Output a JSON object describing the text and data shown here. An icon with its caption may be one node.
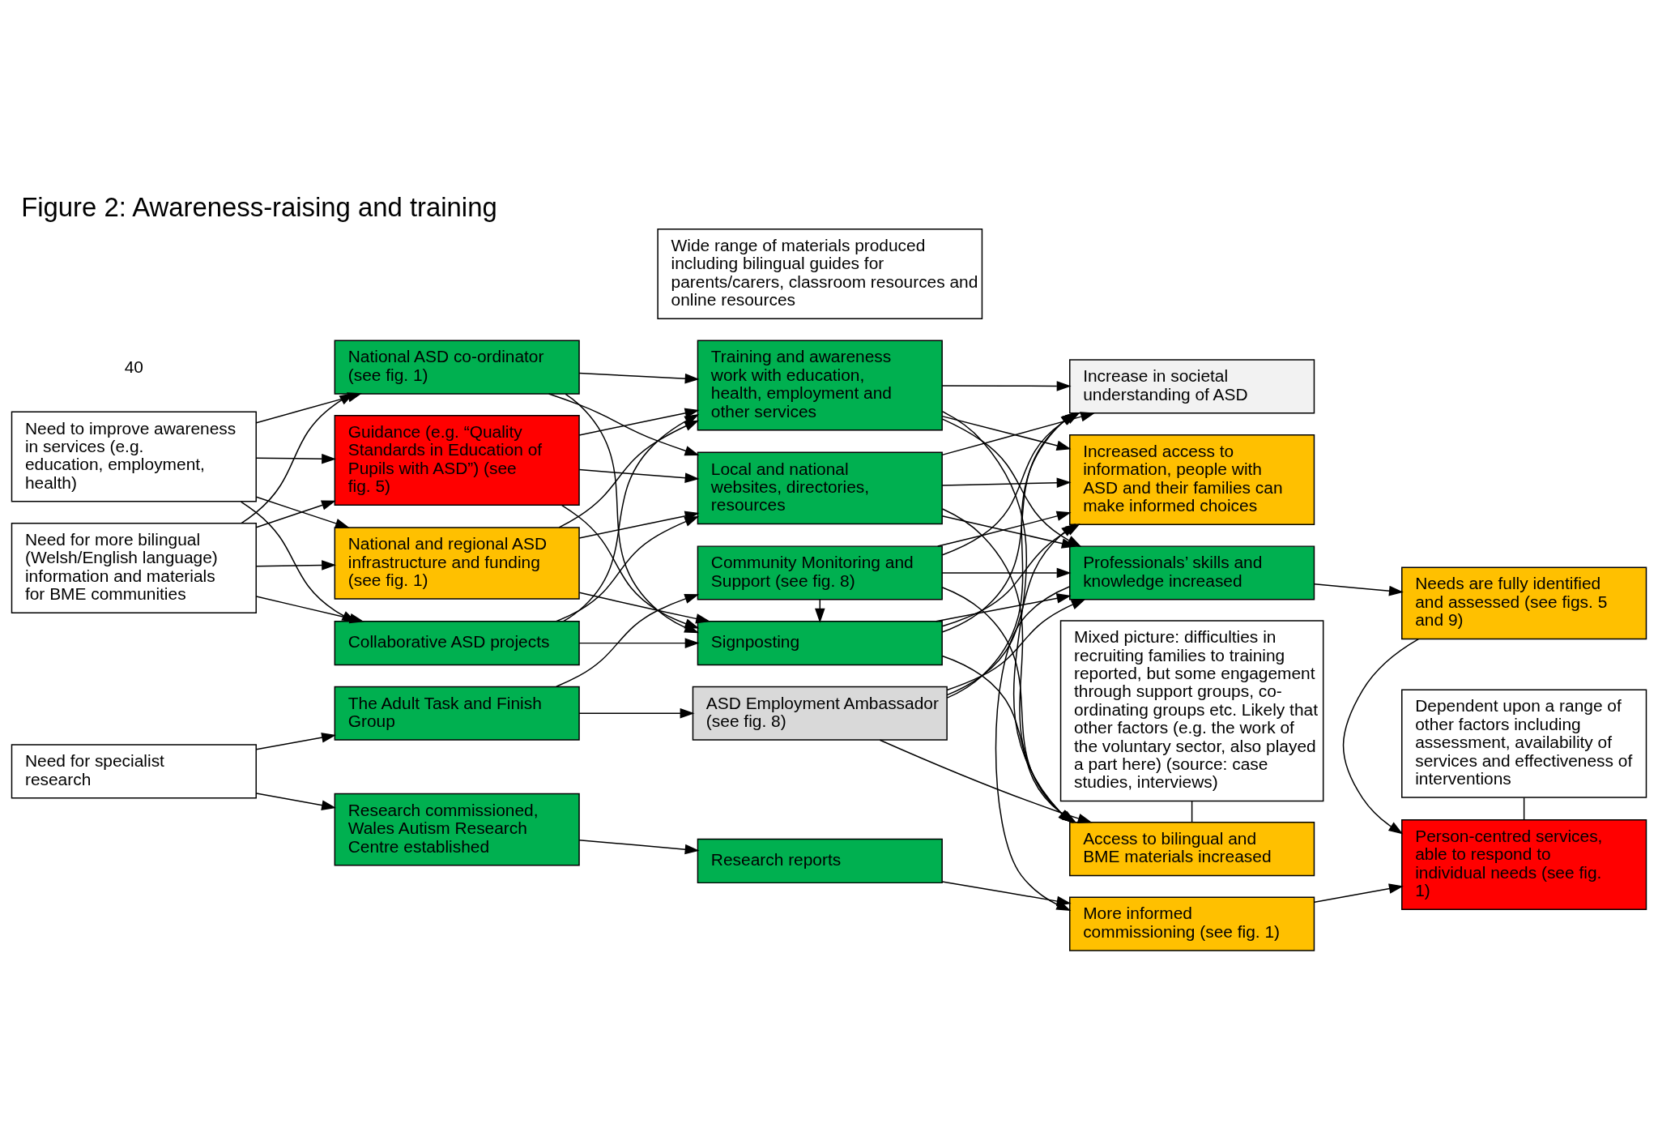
{
  "diagram": {
    "title": "Figure 2: Awareness-raising and training",
    "nodes": [
      {
        "text": [
          "Need for more bilingual (Welsh/English language) information and materials for BME communities"
        ]
      },
      {
        "text": [
          "Need to improve awareness in services (e.g. education, employment, health)"
        ]
      },
      {
        "text": [
          "Need for specialist research"
        ]
      },
      {
        "text": [
          "National and regional ASD infrastructure and funding (see fig. 1)"
        ]
      },
      {
        "text": [
          "Collaborative ASD projects"
        ]
      },
      {
        "text": [
          "National ASD co-ordinator (see fig. 1)"
        ]
      },
      {
        "text": [
          "Guidance (e.g. “Quality Standards in Education of Pupils with ASD”) (see fig. 5)"
        ]
      },
      {
        "text": [
          "The Adult Task and Finish Group"
        ]
      },
      {
        "text": [
          "Research commissioned, Wales Autism Research Centre established"
        ]
      },
      {
        "text": [
          "Local and national websites, directories, resources"
        ]
      },
      {
        "text": [
          "Training and awareness work with education, health, employment and other services"
        ]
      },
      {
        "text": [
          "Signposting"
        ]
      },
      {
        "text": [
          "Community Monitoring and Support (see fig. 8)"
        ]
      },
      {
        "text": [
          "ASD Employment Ambassador (see fig. 8)"
        ]
      },
      {
        "text": [
          "Research reports"
        ]
      },
      {
        "text": [
          "Increase in societal understanding of ASD"
        ]
      },
      {
        "text": [
          "Access to bilingual and BME materials increased"
        ]
      },
      {
        "text": [
          "Increased access to information, people with ASD and their families can make informed choices"
        ]
      },
      {
        "text": [
          "Professionals’ skills and knowledge increased"
        ]
      },
      {
        "text": [
          "More informed commissioning (see fig. 1)"
        ]
      },
      {
        "text": [
          "Needs are fully identified and assessed (see figs. 5 and 9)"
        ]
      },
      {
        "text": [
          "Person-centred services, able to respond to individual needs (see fig. 1)"
        ]
      },
      {
        "text": [
          "Wide range of materials produced including bilingual guides for parents/carers, classroom resources and online resources"
        ]
      },
      {
        "text": [
          "Mixed picture: difficulties in recruiting families to training reported, but some engagement through support groups, co-ordinating groups etc. Likely that other factors (e.g. the work of the voluntary sector, also played a part here) (source: case studies, interviews)"
        ]
      },
      {
        "text": [
          "Dependent upon a range of other factors including assessment, availability of services and effectiveness of interventions"
        ]
      }
    ],
    "edges": [
      {
        "from": 0,
        "to": 3,
        "arrow": "to"
      },
      {
        "from": 0,
        "to": 4,
        "arrow": "to"
      },
      {
        "from": 0,
        "to": 5,
        "arrow": "to"
      },
      {
        "from": 0,
        "to": 6,
        "arrow": "to"
      },
      {
        "from": 1,
        "to": 3,
        "arrow": "to"
      },
      {
        "from": 1,
        "to": 4,
        "arrow": "to"
      },
      {
        "from": 1,
        "to": 5,
        "arrow": "to"
      },
      {
        "from": 1,
        "to": 6,
        "arrow": "to"
      },
      {
        "from": 2,
        "to": 7,
        "arrow": "to"
      },
      {
        "from": 2,
        "to": 8,
        "arrow": "to"
      },
      {
        "from": 3,
        "to": 9,
        "arrow": "to"
      },
      {
        "from": 3,
        "to": 10,
        "arrow": "to"
      },
      {
        "from": 3,
        "to": 11,
        "arrow": "to"
      },
      {
        "from": 4,
        "to": 9,
        "arrow": "to"
      },
      {
        "from": 4,
        "to": 10,
        "arrow": "to"
      },
      {
        "from": 4,
        "to": 11,
        "arrow": "to"
      },
      {
        "from": 5,
        "to": 9,
        "arrow": "to"
      },
      {
        "from": 5,
        "to": 10,
        "arrow": "to"
      },
      {
        "from": 5,
        "to": 11,
        "arrow": "to"
      },
      {
        "from": 6,
        "to": 9,
        "arrow": "to"
      },
      {
        "from": 6,
        "to": 10,
        "arrow": "to"
      },
      {
        "from": 6,
        "to": 11,
        "arrow": "to"
      },
      {
        "from": 7,
        "to": 12,
        "arrow": "to"
      },
      {
        "from": 7,
        "to": 13,
        "arrow": "to"
      },
      {
        "from": 9,
        "to": 15,
        "arrow": "to"
      },
      {
        "from": 9,
        "to": 16,
        "arrow": "to"
      },
      {
        "from": 9,
        "to": 17,
        "arrow": "to"
      },
      {
        "from": 9,
        "to": 18,
        "arrow": "to"
      },
      {
        "from": 10,
        "to": 15,
        "arrow": "to"
      },
      {
        "from": 10,
        "to": 16,
        "arrow": "to"
      },
      {
        "from": 10,
        "to": 17,
        "arrow": "to"
      },
      {
        "from": 10,
        "to": 18,
        "arrow": "to"
      },
      {
        "from": 11,
        "to": 15,
        "arrow": "to"
      },
      {
        "from": 11,
        "to": 16,
        "arrow": "to"
      },
      {
        "from": 11,
        "to": 17,
        "arrow": "to"
      },
      {
        "from": 11,
        "to": 18,
        "arrow": "to"
      },
      {
        "from": 12,
        "to": 15,
        "arrow": "to"
      },
      {
        "from": 12,
        "to": 16,
        "arrow": "to"
      },
      {
        "from": 12,
        "to": 17,
        "arrow": "to"
      },
      {
        "from": 12,
        "to": 18,
        "arrow": "to"
      },
      {
        "from": 13,
        "to": 15,
        "arrow": "to"
      },
      {
        "from": 13,
        "to": 16,
        "arrow": "to"
      },
      {
        "from": 13,
        "to": 17,
        "arrow": "to"
      },
      {
        "from": 13,
        "to": 18,
        "arrow": "to"
      },
      {
        "from": 12,
        "to": 11,
        "arrow": "to"
      },
      {
        "from": 8,
        "to": 14,
        "arrow": "to"
      },
      {
        "from": 14,
        "to": 19,
        "arrow": "to"
      },
      {
        "from": 18,
        "to": 20,
        "arrow": "to"
      },
      {
        "from": 18,
        "to": 19,
        "arrow": "to"
      },
      {
        "from": 20,
        "to": 21,
        "arrow": "to"
      },
      {
        "from": 19,
        "to": 21,
        "arrow": "to"
      },
      {
        "from": 23,
        "to": 16,
        "arrow": "none"
      },
      {
        "from": 24,
        "to": 21,
        "arrow": "none"
      }
    ],
    "labels": [
      "40"
    ]
  }
}
